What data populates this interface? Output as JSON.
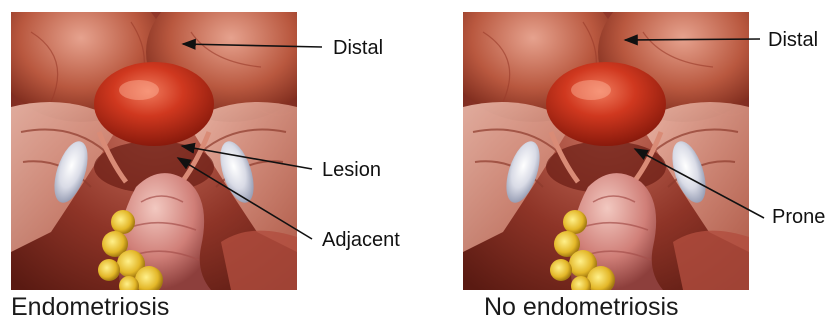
{
  "panels": [
    {
      "caption": "Endometriosis",
      "labels": {
        "distal": "Distal",
        "lesion": "Lesion",
        "adjacent": "Adjacent"
      }
    },
    {
      "caption": "No endometriosis",
      "labels": {
        "distal": "Distal",
        "prone": "Prone"
      }
    }
  ],
  "colors": {
    "tissue_dark": "#7a2418",
    "tissue_mid": "#b8483a",
    "tissue_light": "#e9a48f",
    "cervix_red": "#c8331e",
    "fat_yellow": "#e8c23a",
    "text": "#111111"
  }
}
